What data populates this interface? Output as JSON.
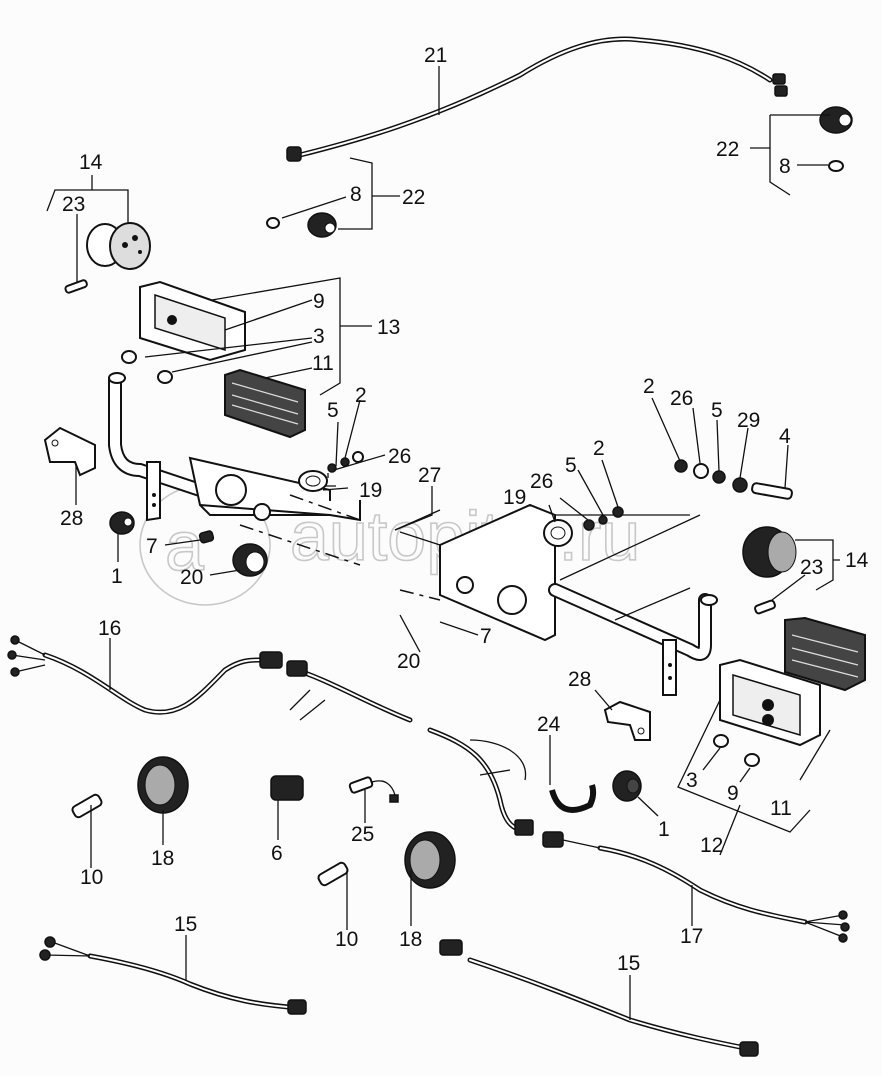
{
  "diagram": {
    "type": "exploded-parts-diagram",
    "subject": "Lighting bracket assembly, lamps and wiring harnesses",
    "watermark": "autopiter.ru",
    "callouts": [
      {
        "id": "c21a",
        "label": "21"
      },
      {
        "id": "c22a",
        "label": "22"
      },
      {
        "id": "c8a",
        "label": "8"
      },
      {
        "id": "c22b",
        "label": "22"
      },
      {
        "id": "c8b",
        "label": "8"
      },
      {
        "id": "c14a",
        "label": "14"
      },
      {
        "id": "c23a",
        "label": "23"
      },
      {
        "id": "c9a",
        "label": "9"
      },
      {
        "id": "c3a",
        "label": "3"
      },
      {
        "id": "c13",
        "label": "13"
      },
      {
        "id": "c11a",
        "label": "11"
      },
      {
        "id": "c5a",
        "label": "5"
      },
      {
        "id": "c2a",
        "label": "2"
      },
      {
        "id": "c26a",
        "label": "26"
      },
      {
        "id": "c19a",
        "label": "19"
      },
      {
        "id": "c28a",
        "label": "28"
      },
      {
        "id": "c7a",
        "label": "7"
      },
      {
        "id": "c1a",
        "label": "1"
      },
      {
        "id": "c20a",
        "label": "20"
      },
      {
        "id": "c27",
        "label": "27"
      },
      {
        "id": "c19b",
        "label": "19"
      },
      {
        "id": "c26b",
        "label": "26"
      },
      {
        "id": "c5b",
        "label": "5"
      },
      {
        "id": "c2b",
        "label": "2"
      },
      {
        "id": "c2c",
        "label": "2"
      },
      {
        "id": "c26c",
        "label": "26"
      },
      {
        "id": "c5c",
        "label": "5"
      },
      {
        "id": "c29",
        "label": "29"
      },
      {
        "id": "c4",
        "label": "4"
      },
      {
        "id": "c14b",
        "label": "14"
      },
      {
        "id": "c23b",
        "label": "23"
      },
      {
        "id": "c7b",
        "label": "7"
      },
      {
        "id": "c20b",
        "label": "20"
      },
      {
        "id": "c16",
        "label": "16"
      },
      {
        "id": "c28b",
        "label": "28"
      },
      {
        "id": "c24",
        "label": "24"
      },
      {
        "id": "c3b",
        "label": "3"
      },
      {
        "id": "c9b",
        "label": "9"
      },
      {
        "id": "c11b",
        "label": "11"
      },
      {
        "id": "c12",
        "label": "12"
      },
      {
        "id": "c1b",
        "label": "1"
      },
      {
        "id": "c10a",
        "label": "10"
      },
      {
        "id": "c18a",
        "label": "18"
      },
      {
        "id": "c6",
        "label": "6"
      },
      {
        "id": "c25",
        "label": "25"
      },
      {
        "id": "c10b",
        "label": "10"
      },
      {
        "id": "c18b",
        "label": "18"
      },
      {
        "id": "c17",
        "label": "17"
      },
      {
        "id": "c15a",
        "label": "15"
      },
      {
        "id": "c15b",
        "label": "15"
      }
    ]
  }
}
